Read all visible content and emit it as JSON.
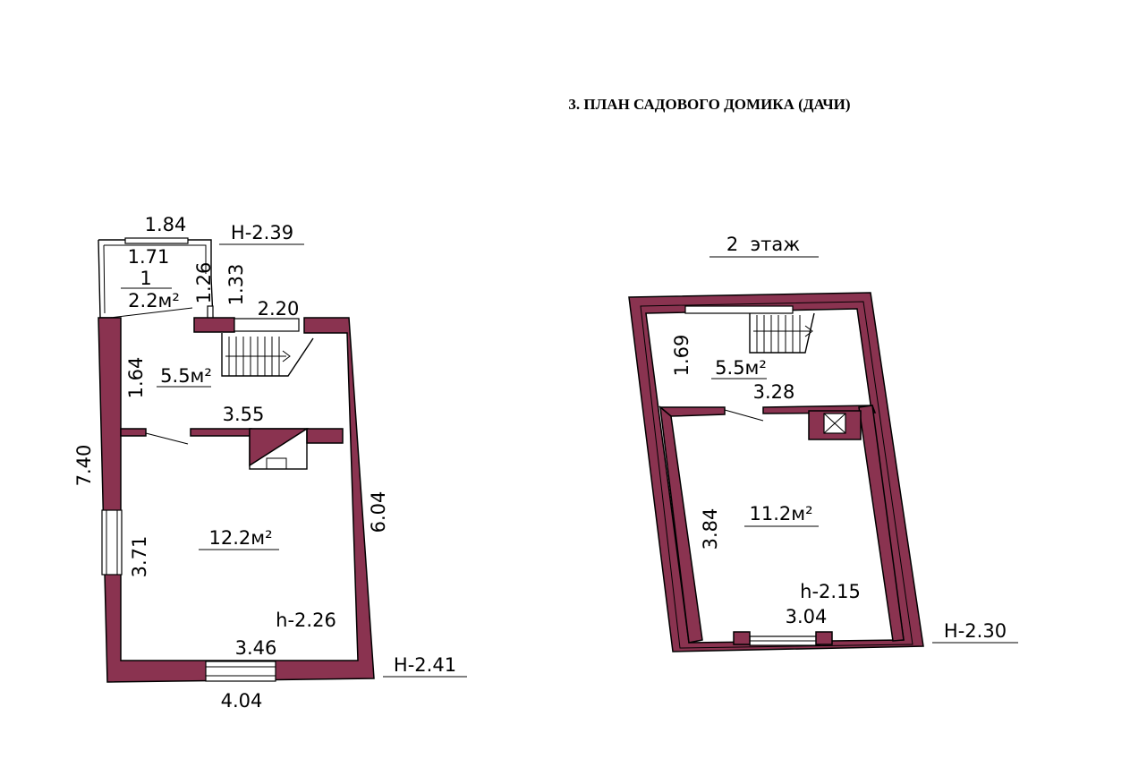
{
  "title": "3. ПЛАН САДОВОГО ДОМИКА (ДАЧИ)",
  "floor1": {
    "porch": {
      "top_width": "1.84",
      "inner_width": "1.71",
      "room_number": "1",
      "area": "2.2м²",
      "side_a": "1.26",
      "side_b": "1.33",
      "height_mark": "H-2.39"
    },
    "hall": {
      "top_width": "2.20",
      "left_height": "1.64",
      "area": "5.5м²",
      "partition_width": "3.55"
    },
    "main_room": {
      "area": "12.2м²",
      "left_window_height": "3.71",
      "right_height": "6.04",
      "total_height": "7.40",
      "inner_height": "h-2.26",
      "bottom_inner_width": "3.46",
      "bottom_outer_width": "4.04",
      "height_mark": "H-2.41"
    }
  },
  "floor2": {
    "label": "2  этаж",
    "upper_room": {
      "height": "1.69",
      "area": "5.5м²",
      "width": "3.28"
    },
    "main_room": {
      "area": "11.2м²",
      "height": "3.84",
      "inner_height": "h-2.15",
      "bottom_width": "3.04",
      "height_mark": "H-2.30"
    }
  },
  "colors": {
    "wall": "#8a3350",
    "line": "#000000",
    "background": "#ffffff"
  }
}
